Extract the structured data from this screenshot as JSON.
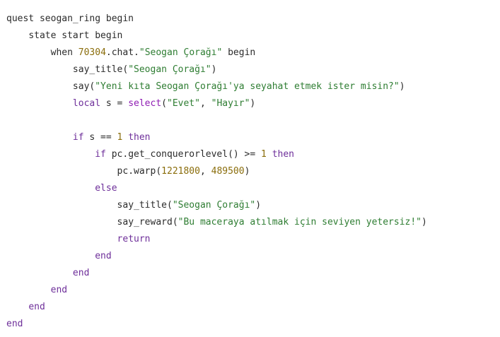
{
  "code": {
    "lines": [
      {
        "indent": "",
        "tokens": [
          {
            "t": "quest seogan_ring begin",
            "k": "plain"
          }
        ]
      },
      {
        "indent": "    ",
        "tokens": [
          {
            "t": "state start begin",
            "k": "plain"
          }
        ]
      },
      {
        "indent": "        ",
        "tokens": [
          {
            "t": "when ",
            "k": "plain"
          },
          {
            "t": "70304",
            "k": "num"
          },
          {
            "t": ".chat.",
            "k": "plain"
          },
          {
            "t": "\"Seogan Çorağı\"",
            "k": "str"
          },
          {
            "t": " begin",
            "k": "plain"
          }
        ]
      },
      {
        "indent": "            ",
        "tokens": [
          {
            "t": "say_title(",
            "k": "plain"
          },
          {
            "t": "\"Seogan Çorağı\"",
            "k": "str"
          },
          {
            "t": ")",
            "k": "plain"
          }
        ]
      },
      {
        "indent": "            ",
        "tokens": [
          {
            "t": "say(",
            "k": "plain"
          },
          {
            "t": "\"Yeni kıta Seogan Çorağı'ya seyahat etmek ister misin?\"",
            "k": "str"
          },
          {
            "t": ")",
            "k": "plain"
          }
        ]
      },
      {
        "indent": "            ",
        "tokens": [
          {
            "t": "local",
            "k": "kw"
          },
          {
            "t": " s = ",
            "k": "plain"
          },
          {
            "t": "select",
            "k": "fn"
          },
          {
            "t": "(",
            "k": "plain"
          },
          {
            "t": "\"Evet\"",
            "k": "str"
          },
          {
            "t": ", ",
            "k": "plain"
          },
          {
            "t": "\"Hayır\"",
            "k": "str"
          },
          {
            "t": ")",
            "k": "plain"
          }
        ]
      },
      {
        "indent": "",
        "tokens": []
      },
      {
        "indent": "            ",
        "tokens": [
          {
            "t": "if",
            "k": "kw"
          },
          {
            "t": " s == ",
            "k": "plain"
          },
          {
            "t": "1",
            "k": "num"
          },
          {
            "t": " then",
            "k": "kw"
          }
        ]
      },
      {
        "indent": "                ",
        "tokens": [
          {
            "t": "if",
            "k": "kw"
          },
          {
            "t": " pc.get_conquerorlevel() >= ",
            "k": "plain"
          },
          {
            "t": "1",
            "k": "num"
          },
          {
            "t": " then",
            "k": "kw"
          }
        ]
      },
      {
        "indent": "                    ",
        "tokens": [
          {
            "t": "pc.warp(",
            "k": "plain"
          },
          {
            "t": "1221800",
            "k": "num"
          },
          {
            "t": ", ",
            "k": "plain"
          },
          {
            "t": "489500",
            "k": "num"
          },
          {
            "t": ")",
            "k": "plain"
          }
        ]
      },
      {
        "indent": "                ",
        "tokens": [
          {
            "t": "else",
            "k": "kw"
          }
        ]
      },
      {
        "indent": "                    ",
        "tokens": [
          {
            "t": "say_title(",
            "k": "plain"
          },
          {
            "t": "\"Seogan Çorağı\"",
            "k": "str"
          },
          {
            "t": ")",
            "k": "plain"
          }
        ]
      },
      {
        "indent": "                    ",
        "tokens": [
          {
            "t": "say_reward(",
            "k": "plain"
          },
          {
            "t": "\"Bu maceraya atılmak için seviyen yetersiz!\"",
            "k": "str"
          },
          {
            "t": ")",
            "k": "plain"
          }
        ]
      },
      {
        "indent": "                    ",
        "tokens": [
          {
            "t": "return",
            "k": "kw"
          }
        ]
      },
      {
        "indent": "                ",
        "tokens": [
          {
            "t": "end",
            "k": "kw"
          }
        ]
      },
      {
        "indent": "            ",
        "tokens": [
          {
            "t": "end",
            "k": "kw"
          }
        ]
      },
      {
        "indent": "        ",
        "tokens": [
          {
            "t": "end",
            "k": "kw"
          }
        ]
      },
      {
        "indent": "    ",
        "tokens": [
          {
            "t": "end",
            "k": "kw"
          }
        ]
      },
      {
        "indent": "",
        "tokens": [
          {
            "t": "end",
            "k": "kw"
          }
        ]
      }
    ]
  },
  "colors": {
    "background": "#ffffff",
    "plain": "#2b2b2b",
    "keyword": "#6e2f9a",
    "function": "#8f1cb3",
    "string": "#2e7d32",
    "number": "#8a6d0b"
  }
}
